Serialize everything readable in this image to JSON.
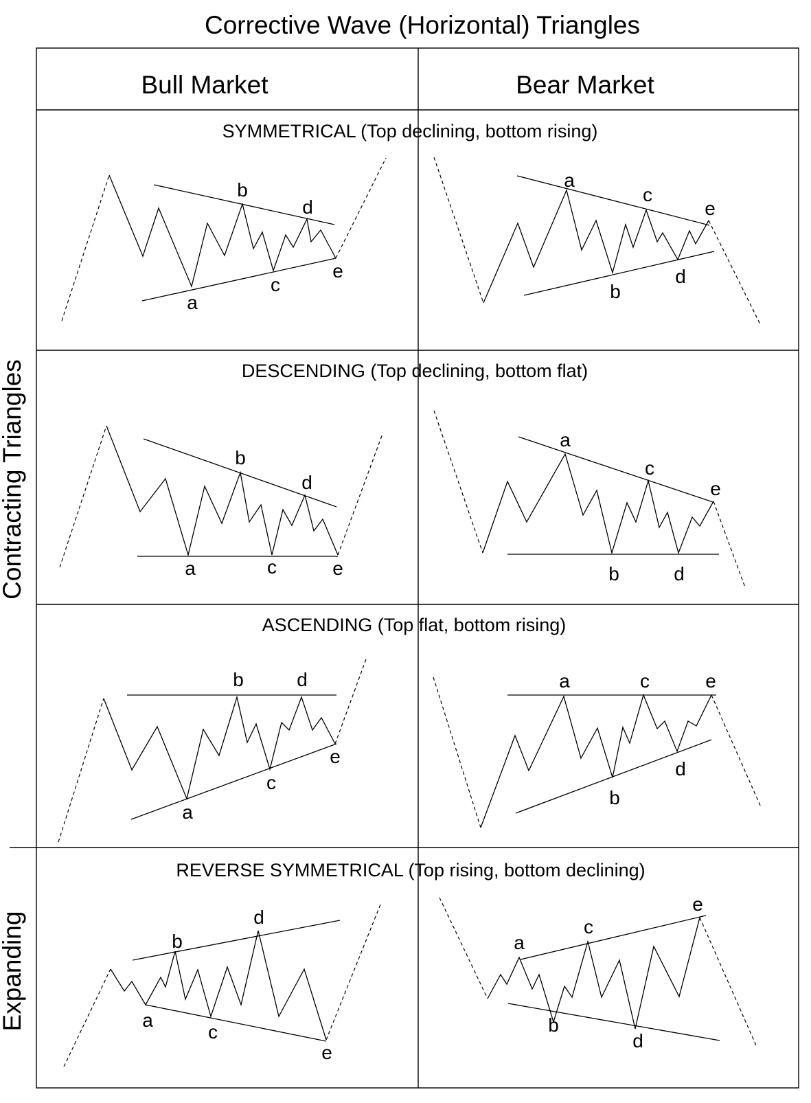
{
  "title": "Corrective Wave (Horizontal) Triangles",
  "columns": {
    "bull": "Bull Market",
    "bear": "Bear Market"
  },
  "groups": {
    "contracting": "Contracting Triangles",
    "expanding": "Expanding"
  },
  "sections": {
    "symmetrical": {
      "title": "SYMMETRICAL (Top declining, bottom rising)",
      "bull_labels": [
        "a",
        "b",
        "c",
        "d",
        "e"
      ],
      "bear_labels": [
        "a",
        "b",
        "c",
        "d",
        "e"
      ]
    },
    "descending": {
      "title": "DESCENDING (Top declining, bottom flat)",
      "bull_labels": [
        "a",
        "b",
        "c",
        "d",
        "e"
      ],
      "bear_labels": [
        "a",
        "b",
        "c",
        "d",
        "e"
      ]
    },
    "ascending": {
      "title": "ASCENDING (Top flat, bottom rising)",
      "bull_labels": [
        "a",
        "b",
        "c",
        "d",
        "e"
      ],
      "bear_labels": [
        "a",
        "b",
        "c",
        "d",
        "e"
      ]
    },
    "reverse_symmetrical": {
      "title": "REVERSE SYMMETRICAL  (Top rising, bottom declining)",
      "bull_labels": [
        "a",
        "b",
        "c",
        "d",
        "e"
      ],
      "bear_labels": [
        "a",
        "b",
        "c",
        "d",
        "e"
      ]
    }
  }
}
